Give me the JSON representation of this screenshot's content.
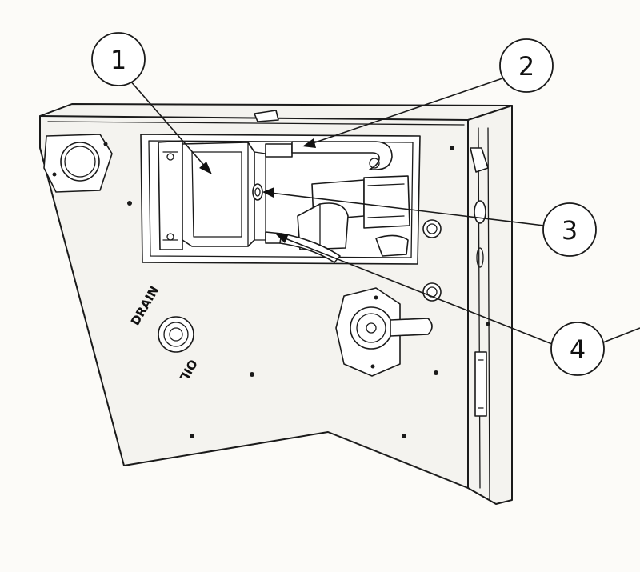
{
  "callouts": [
    {
      "id": "1",
      "label": "1"
    },
    {
      "id": "2",
      "label": "2"
    },
    {
      "id": "3",
      "label": "3"
    },
    {
      "id": "4",
      "label": "4"
    }
  ],
  "panel_labels": {
    "oil": "OIL",
    "drain": "DRAIN"
  },
  "colors": {
    "line": "#1a1a1a",
    "background": "#fcfbf8",
    "panel_fill": "#f4f3ef"
  }
}
